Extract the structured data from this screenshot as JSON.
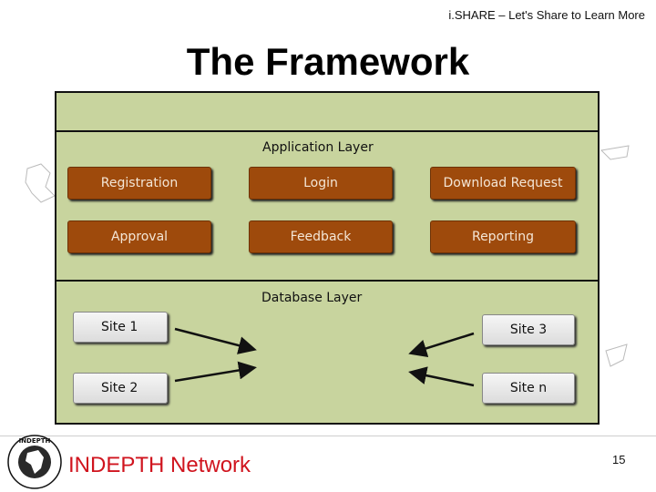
{
  "header": {
    "tagline": "i.SHARE – Let's Share to Learn More"
  },
  "title": "The Framework",
  "application_layer": {
    "label": "Application Layer",
    "buttons": [
      "Registration",
      "Login",
      "Download Request",
      "Approval",
      "Feedback",
      "Reporting"
    ]
  },
  "database_layer": {
    "label": "Database Layer",
    "sites": [
      "Site 1",
      "Site 2",
      "Site 3",
      "Site n"
    ]
  },
  "footer": {
    "organization": "INDEPTH Network",
    "page_number": "15",
    "logo_text": "INDEPTH"
  },
  "colors": {
    "panel": "#c8d49e",
    "button_brown": "#9e4a0c",
    "footer_red": "#d0141e"
  }
}
